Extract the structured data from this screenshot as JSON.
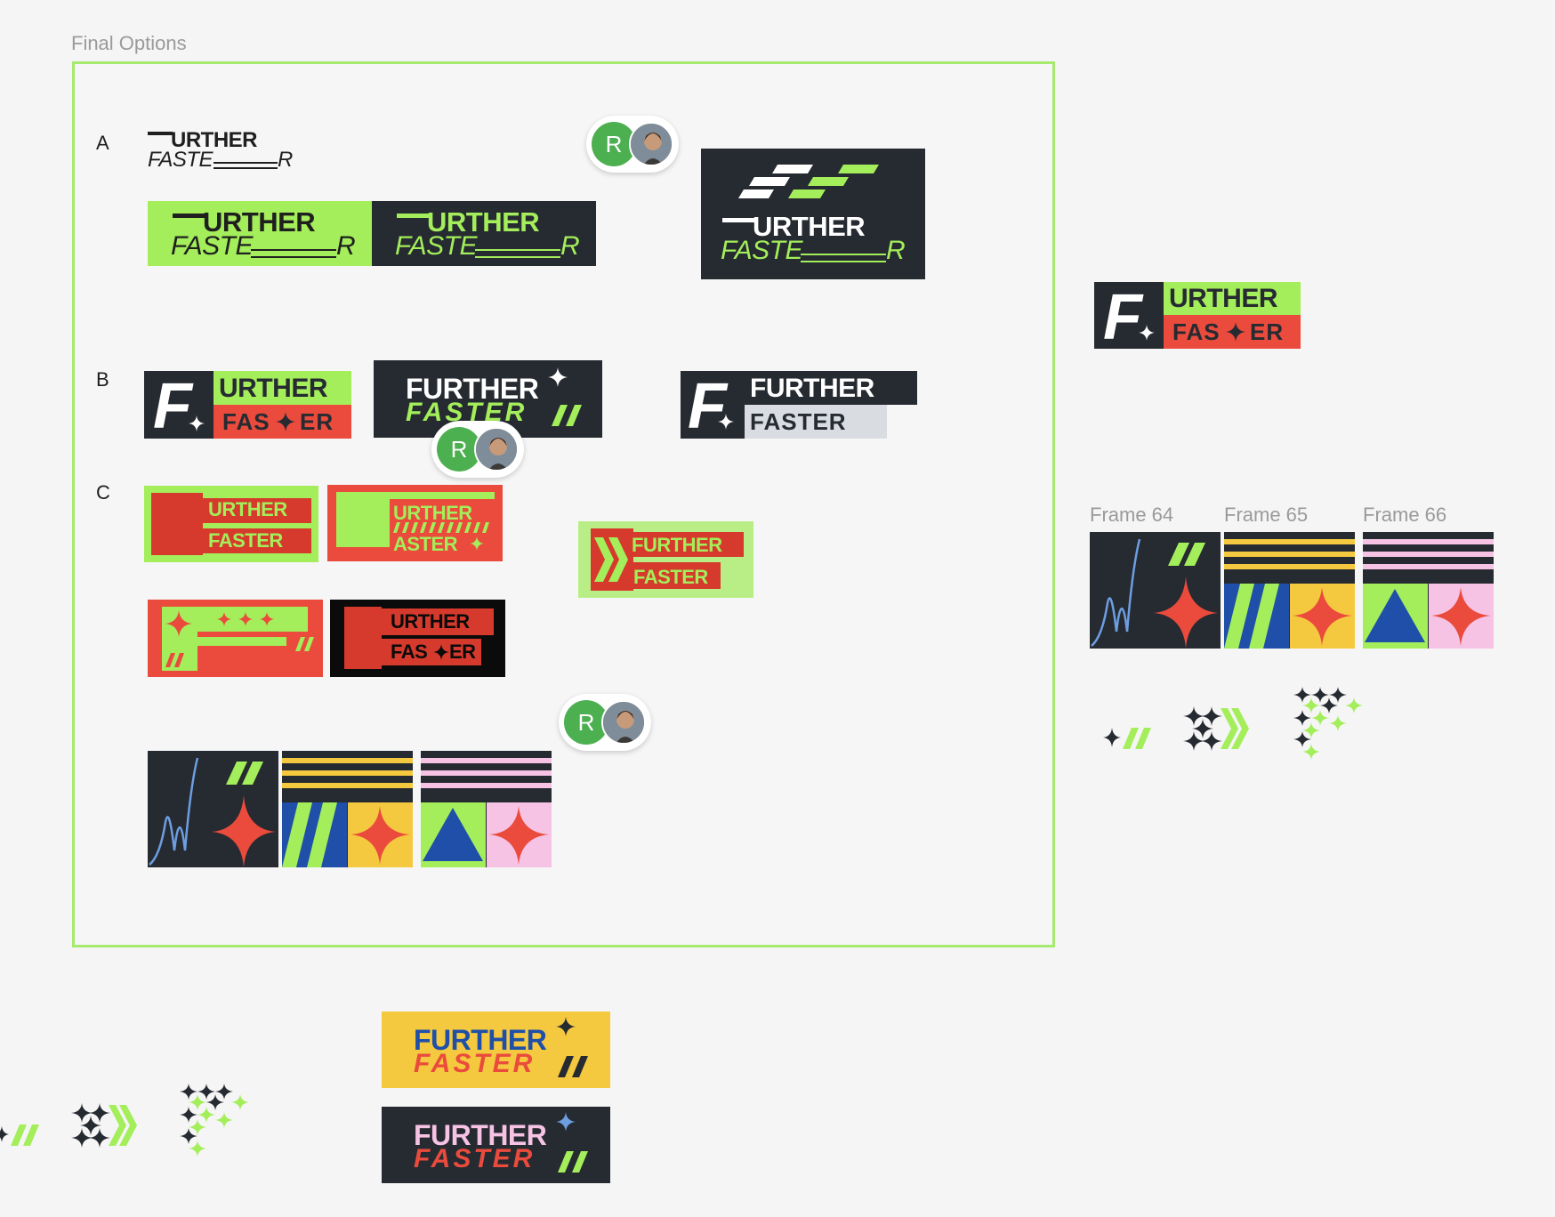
{
  "canvas": {
    "frame_title": "Final Options",
    "frame_labels": [
      "Frame 64",
      "Frame 65",
      "Frame 66"
    ],
    "row_labels": [
      "A",
      "B",
      "C"
    ]
  },
  "logo": {
    "word1": "FURTHER",
    "word1_cut": "URTHER",
    "word2": "FASTER",
    "word2_cut_a": "FASTE",
    "word2_cut_b": "R",
    "word2_split_a": "FAS",
    "word2_split_b": "ER",
    "word2_alt": "ASTER"
  },
  "avatars": {
    "initial": "R"
  },
  "colors": {
    "green": "#a3ee5a",
    "dark": "#262a31",
    "red": "#ea4b3c",
    "yellow": "#f5c93f",
    "blue": "#1f4fa8",
    "pink": "#f6c3e5",
    "frame_border": "#a6ea70"
  },
  "icons": [
    "sparkle-icon",
    "slash-icon",
    "chevron-icon",
    "triangle-icon",
    "squiggle-icon",
    "avatar-photo"
  ]
}
